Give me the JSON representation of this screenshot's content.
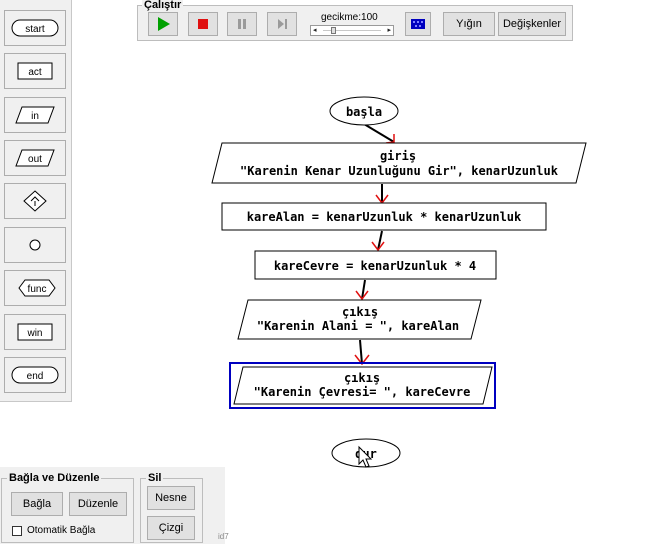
{
  "palette": {
    "items": [
      {
        "label": "start",
        "shape": "terminal"
      },
      {
        "label": "act",
        "shape": "rectangle"
      },
      {
        "label": "in",
        "shape": "parallelogram"
      },
      {
        "label": "out",
        "shape": "parallelogram"
      },
      {
        "label": "",
        "shape": "diamond",
        "icon": "decision-icon"
      },
      {
        "label": "",
        "shape": "circle",
        "icon": "connector-icon"
      },
      {
        "label": "func",
        "shape": "hexagon"
      },
      {
        "label": "win",
        "shape": "rectangle"
      },
      {
        "label": "end",
        "shape": "terminal"
      }
    ]
  },
  "toolbar": {
    "group_title": "Çalıştır",
    "play_icon": "play-icon",
    "stop_icon": "stop-icon",
    "pause_icon": "pause-icon",
    "step_icon": "step-icon",
    "speed_label": "gecikme:100",
    "speed_value_fraction": 0.15,
    "grid_icon": "grid-icon",
    "stack_label": "Yığın",
    "variables_label": "Değişkenler",
    "colors": {
      "play": "#00a000",
      "stop": "#e01010",
      "grid": "#0000c0"
    }
  },
  "connect_panel": {
    "title": "Bağla ve Düzenle",
    "connect_label": "Bağla",
    "edit_label": "Düzenle",
    "auto_connect_label": "Otomatik Bağla",
    "auto_connect_checked": false
  },
  "delete_panel": {
    "title": "Sil",
    "object_label": "Nesne",
    "line_label": "Çizgi"
  },
  "status": {
    "id_text": "id7"
  },
  "flowchart": {
    "start_label": "başla",
    "input_keyword": "giriş",
    "input_text": "\"Karenin Kenar Uzunluğunu Gir\", kenarUzunluk",
    "act1_text": "kareAlan = kenarUzunluk * kenarUzunluk",
    "act2_text": "kareCevre = kenarUzunluk * 4",
    "output1_keyword": "çıkış",
    "output1_text": "\"Karenin Alani = \", kareAlan",
    "output2_keyword": "çıkış",
    "output2_text": "\"Karenin Çevresi= \", kareCevre",
    "end_label": "dur",
    "colors": {
      "arrow_head": "#e01010",
      "selected": "#0000c0"
    }
  }
}
